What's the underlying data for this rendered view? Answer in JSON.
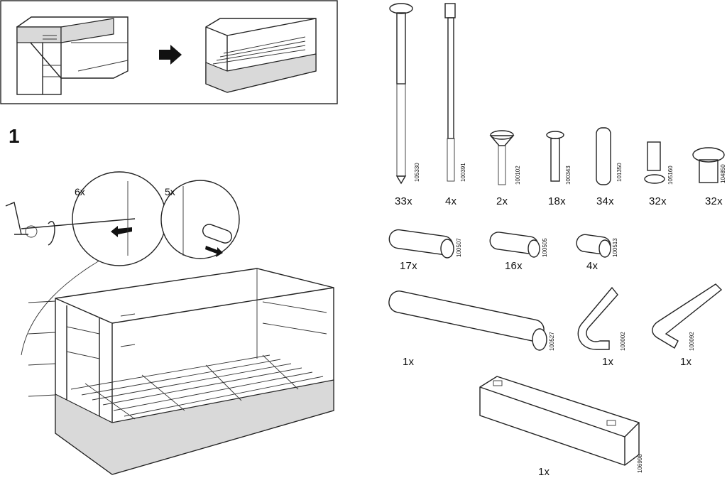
{
  "overview": {
    "arrow": "right-arrow-icon"
  },
  "step": {
    "number": "1",
    "detail_a_mult": "6x",
    "detail_b_mult": "5x"
  },
  "parts": [
    {
      "qty": "33x",
      "code": "105330"
    },
    {
      "qty": "4x",
      "code": "100391"
    },
    {
      "qty": "2x",
      "code": "100102"
    },
    {
      "qty": "18x",
      "code": "100343"
    },
    {
      "qty": "34x",
      "code": "101350"
    },
    {
      "qty": "32x",
      "code": "105160"
    },
    {
      "qty": "32x",
      "code": "104850"
    },
    {
      "qty": "17x",
      "code": "100507"
    },
    {
      "qty": "16x",
      "code": "100505"
    },
    {
      "qty": "4x",
      "code": "100513"
    },
    {
      "qty": "1x",
      "code": "100527"
    },
    {
      "qty": "1x",
      "code": "100002"
    },
    {
      "qty": "1x",
      "code": "100092"
    },
    {
      "qty": "1x",
      "code": "106998"
    }
  ]
}
